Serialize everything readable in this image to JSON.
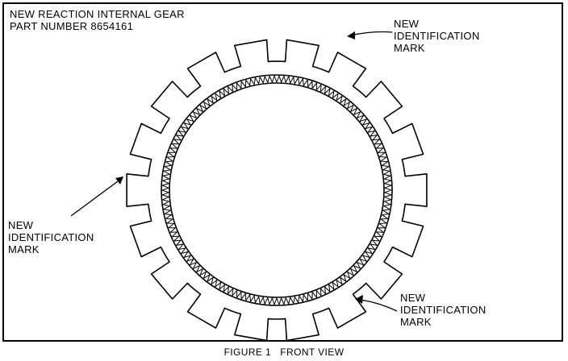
{
  "title": {
    "line1": "NEW REACTION INTERNAL GEAR",
    "line2": "PART NUMBER 8654161"
  },
  "callouts": {
    "top_right": {
      "line1": "NEW",
      "line2": "IDENTIFICATION",
      "line3": "MARK"
    },
    "left": {
      "line1": "NEW",
      "line2": "IDENTIFICATION",
      "line3": "MARK"
    },
    "bottom_right": {
      "line1": "NEW",
      "line2": "IDENTIFICATION",
      "line3": "MARK"
    }
  },
  "caption": "FIGURE 1   FRONT VIEW",
  "gear": {
    "outer_tab_count": 18
  }
}
